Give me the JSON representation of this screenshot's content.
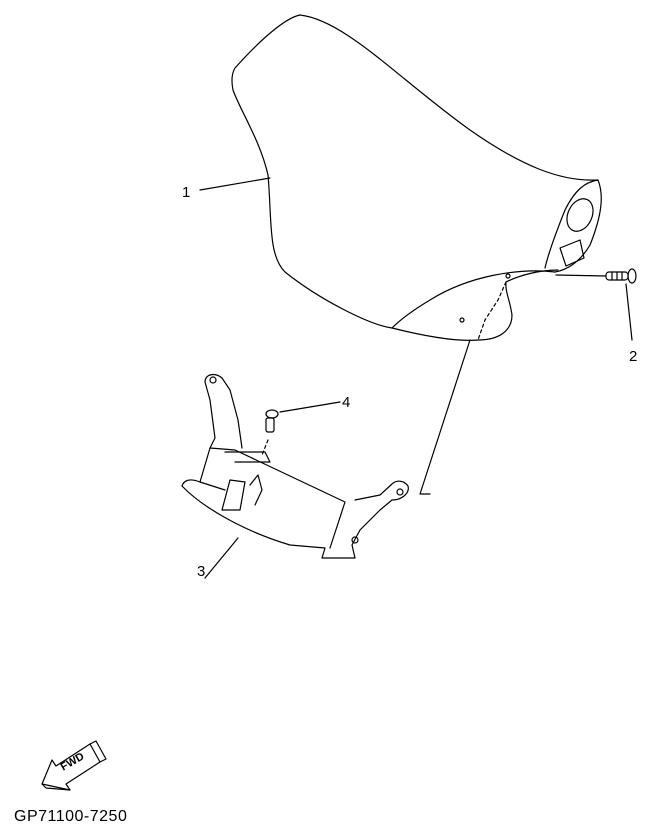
{
  "diagram": {
    "type": "exploded-parts-diagram",
    "parts": [
      {
        "number": "1",
        "name": "seat"
      },
      {
        "number": "2",
        "name": "bolt"
      },
      {
        "number": "3",
        "name": "seat bracket"
      },
      {
        "number": "4",
        "name": "bolt"
      }
    ],
    "direction_indicator": "FWD",
    "drawing_code": "GP71100-7250"
  }
}
